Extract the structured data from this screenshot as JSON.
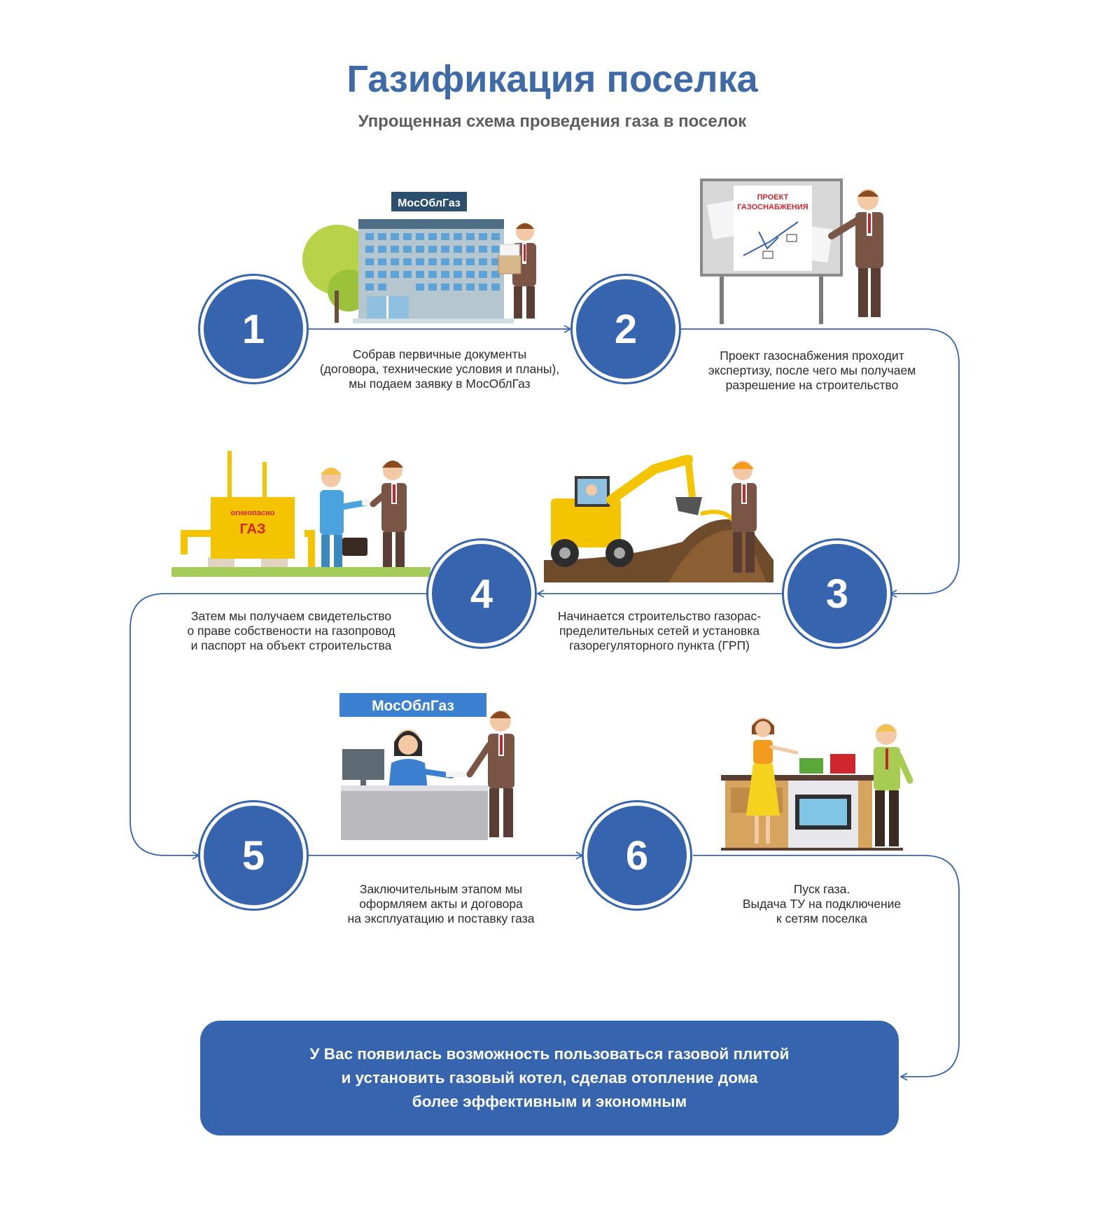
{
  "header": {
    "title": "Газификация поселка",
    "subtitle": "Упрощенная схема проведения газа в поселок"
  },
  "steps": [
    {
      "number": "1",
      "lines": [
        "Собрав первичные документы",
        "(договора, технические условия и планы),",
        "мы подаем заявку в МосОблГаз"
      ]
    },
    {
      "number": "2",
      "lines": [
        "Проект газоснабжения проходит",
        "экспертизу, после чего мы получаем",
        "разрешение на строительство"
      ]
    },
    {
      "number": "3",
      "lines": [
        "Начинается строительство газорас-",
        "пределительных сетей и установка",
        "газорегуляторного пункта (ГРП)"
      ]
    },
    {
      "number": "4",
      "lines": [
        "Затем мы получаем свидетельство",
        "о праве собствености на газопровод",
        "и паспорт на объект строительства"
      ]
    },
    {
      "number": "5",
      "lines": [
        "Заключительным этапом мы",
        "оформляем акты и договора",
        "на эксплуатацию и поставку газа"
      ]
    },
    {
      "number": "6",
      "lines": [
        "Пуск газа.",
        "Выдача ТУ на подключение",
        "к сетям поселка"
      ]
    }
  ],
  "illustrations": {
    "building_sign": "МосОблГаз",
    "board_title_1": "ПРОЕКТ",
    "board_title_2": "ГАЗОСНАБЖЕНИЯ",
    "gas_tank_warning": "огнеопасно",
    "gas_tank_label": "ГАЗ",
    "office_sign": "МосОблГаз"
  },
  "final": {
    "lines": [
      "У Вас появилась возможность пользоваться газовой плитой",
      "и установить газовый котел, сделав отопление дома",
      "более эффективным и экономным"
    ]
  },
  "colors": {
    "accent": "#3764ae",
    "title": "#3e6aa8",
    "subtitle": "#5d5d5d",
    "suit": "#7a5545",
    "yellow": "#f4c400"
  }
}
